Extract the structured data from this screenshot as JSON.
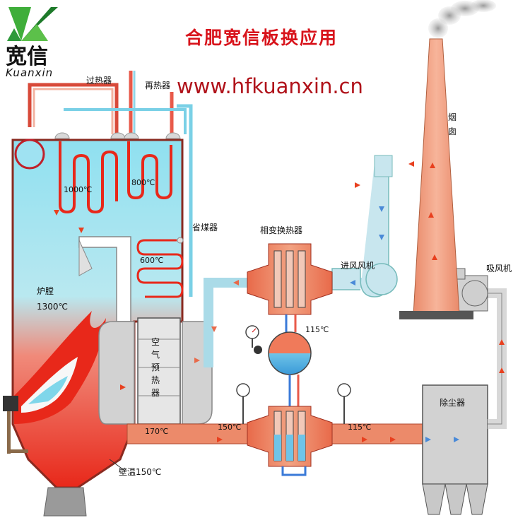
{
  "header": {
    "logo_cn": "宽信",
    "logo_en": "Kuanxin",
    "title": "合肥宽信板换应用",
    "website": "www.hfkuanxin.cn"
  },
  "labels": {
    "superheater": "过热器",
    "reheater": "再热器",
    "economizer": "省煤器",
    "furnace": "炉膛",
    "furnace_temp": "1300℃",
    "temp_1000": "1000℃",
    "temp_800": "800℃",
    "temp_600": "600℃",
    "air_preheater": [
      "空",
      "气",
      "预",
      "热",
      "器"
    ],
    "phase_change_hx": "相变换热器",
    "inlet_fan": "进风风机",
    "induced_fan": "吸风机",
    "chimney": [
      "烟",
      "囱"
    ],
    "dust_collector": "除尘器",
    "temp_115_top": "115℃",
    "temp_150": "150℃",
    "temp_115_bottom": "115℃",
    "temp_170": "170℃",
    "wall_temp": "壁温150℃"
  },
  "colors": {
    "brand_green": "#2e9a3a",
    "title_red": "#d8141c",
    "water_blue": "#7fd6ea",
    "flue_red": "#e8401f",
    "chimney": "#f2a282"
  }
}
